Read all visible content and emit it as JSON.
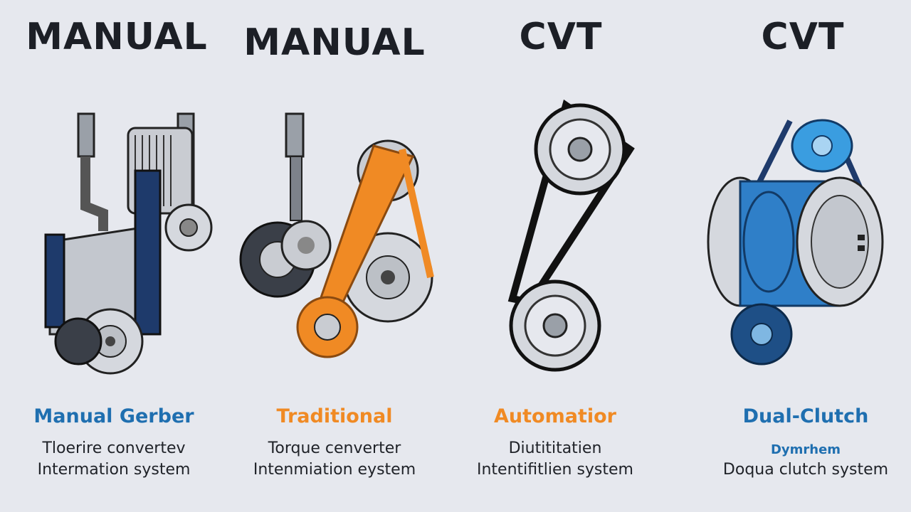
{
  "columns": [
    {
      "heading": "MANUAL",
      "subtitle": "Manual Gerber",
      "line1": "Tloerire convertev",
      "line2": "Intermation system",
      "accent": "#1f6fb0"
    },
    {
      "heading": "MANUAL",
      "subtitle": "Traditional",
      "line1": "Torque cenverter",
      "line2": "Intenmiation eystem",
      "accent": "#f08a24"
    },
    {
      "heading": "CVT",
      "subtitle": "Automatior",
      "line1": "Diutititatien",
      "line2": "Intentifitlien system",
      "accent": "#f08a24"
    },
    {
      "heading": "CVT",
      "subtitle": "Dual-Clutch",
      "line1": "Dymrhem",
      "line2": "Doqua clutch system",
      "accent": "#1f6fb0"
    }
  ],
  "colors": {
    "background": "#e6e8ee",
    "metal": "#c9ccd2",
    "dark_blue": "#1e3a6b",
    "orange": "#f08a24",
    "light_blue": "#3a9de0"
  }
}
